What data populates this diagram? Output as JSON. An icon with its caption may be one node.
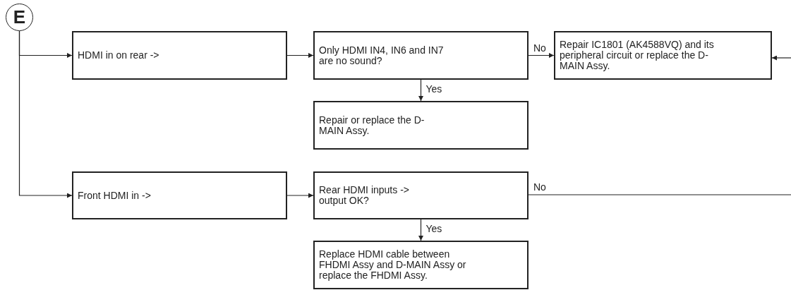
{
  "diagram": {
    "nodes": [
      {
        "text": [
          "E"
        ]
      },
      {
        "text": [
          "HDMI in on rear ->"
        ]
      },
      {
        "text": [
          "Only HDMI IN4, IN6 and IN7 are no sound?"
        ]
      },
      {
        "text": [
          "Repair IC1801 (AK4588VQ) and its peripheral circuit or replace the D-MAIN Assy."
        ]
      },
      {
        "text": [
          "Repair or replace the D-MAIN Assy."
        ]
      },
      {
        "text": [
          "Front HDMI in ->"
        ]
      },
      {
        "text": [
          "Rear HDMI inputs -> output OK?"
        ]
      },
      {
        "text": [
          "Replace HDMI cable between FHDMI Assy and D-MAIN Assy or replace the FHDMI Assy."
        ]
      }
    ],
    "edges": [
      {
        "from": 0,
        "to": 1,
        "arrow": "to"
      },
      {
        "from": 0,
        "to": 5,
        "arrow": "to"
      },
      {
        "from": 1,
        "to": 2,
        "arrow": "to"
      },
      {
        "from": 2,
        "to": 3,
        "arrow": "to",
        "label": "No"
      },
      {
        "from": 2,
        "to": 4,
        "arrow": "to",
        "label": "Yes"
      },
      {
        "from": 5,
        "to": 6,
        "arrow": "to"
      },
      {
        "from": 6,
        "to": 7,
        "arrow": "to",
        "label": "Yes"
      },
      {
        "from": 6,
        "to": null,
        "arrow": "none",
        "label": "No"
      },
      {
        "from": null,
        "to": 3,
        "arrow": "to"
      }
    ]
  }
}
